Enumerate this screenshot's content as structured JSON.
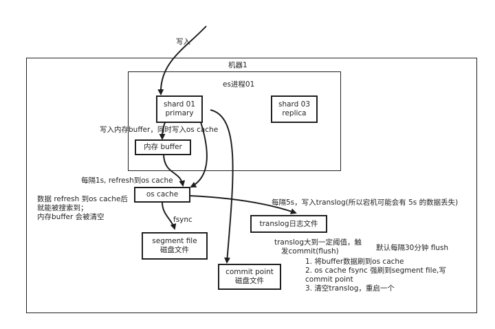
{
  "machine_label": "机器1",
  "process_label": "es进程01",
  "input_label": "写入",
  "shard01": {
    "line1": "shard 01",
    "line2": "primary"
  },
  "shard03": {
    "line1": "shard 03",
    "line2": "replica"
  },
  "write_buffer_note": "写入内存buffer，同时写入os cache",
  "buffer_box": "内存 buffer",
  "refresh_label": "每隔1s, refresh到os cache",
  "os_cache_box": "os cache",
  "refresh_note": [
    "数据 refresh 到os cache后",
    "就能被搜索到；",
    "内存buffer 会被清空"
  ],
  "fsync_label": "fsync",
  "segment_box": {
    "line1": "segment file",
    "line2": "磁盘文件"
  },
  "translog_note": "每隔5s，写入translog(所以宕机可能会有 5s 的数据丢失)",
  "translog_box": "translog日志文件",
  "translog_threshold": [
    "translog大到一定阈值，触",
    "发commit(flush)"
  ],
  "default_flush": "默认每隔30分钟 flush",
  "commit_box": {
    "line1": "commit point",
    "line2": "磁盘文件"
  },
  "commit_steps": [
    "1. 将buffer数据刷到os cache",
    "2. os cache fsync 强刷到segment file,写",
    "commit point",
    "3. 清空translog，重启一个"
  ]
}
